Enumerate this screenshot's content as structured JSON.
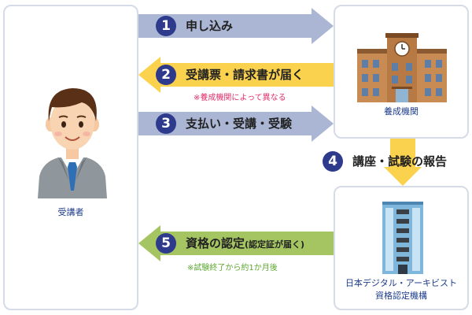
{
  "colors": {
    "blue_arrow": "#aab6d4",
    "yellow_arrow": "#fbd24e",
    "green_arrow": "#a5c562",
    "badge": "#2e3a8c",
    "panel_border": "#d5dbe7",
    "note_red": "#e0306c",
    "note_green": "#5ea832"
  },
  "applicant": {
    "label": "受講者",
    "icon": "businessman-icon"
  },
  "school": {
    "label": "養成機関",
    "icon": "school-building-icon"
  },
  "organization": {
    "label_line1": "日本デジタル・アーキビスト",
    "label_line2": "資格認定機構",
    "icon": "office-tower-icon"
  },
  "steps": [
    {
      "number": "1",
      "label": "申し込み"
    },
    {
      "number": "2",
      "label": "受講票・請求書が届く",
      "note": "※養成機関によって異なる"
    },
    {
      "number": "3",
      "label": "支払い・受講・受験"
    },
    {
      "number": "4",
      "label": "講座・試験の報告"
    },
    {
      "number": "5",
      "label": "資格の認定",
      "label_small": "(認定証が届く)",
      "note": "※試験終了から約1か月後"
    }
  ]
}
